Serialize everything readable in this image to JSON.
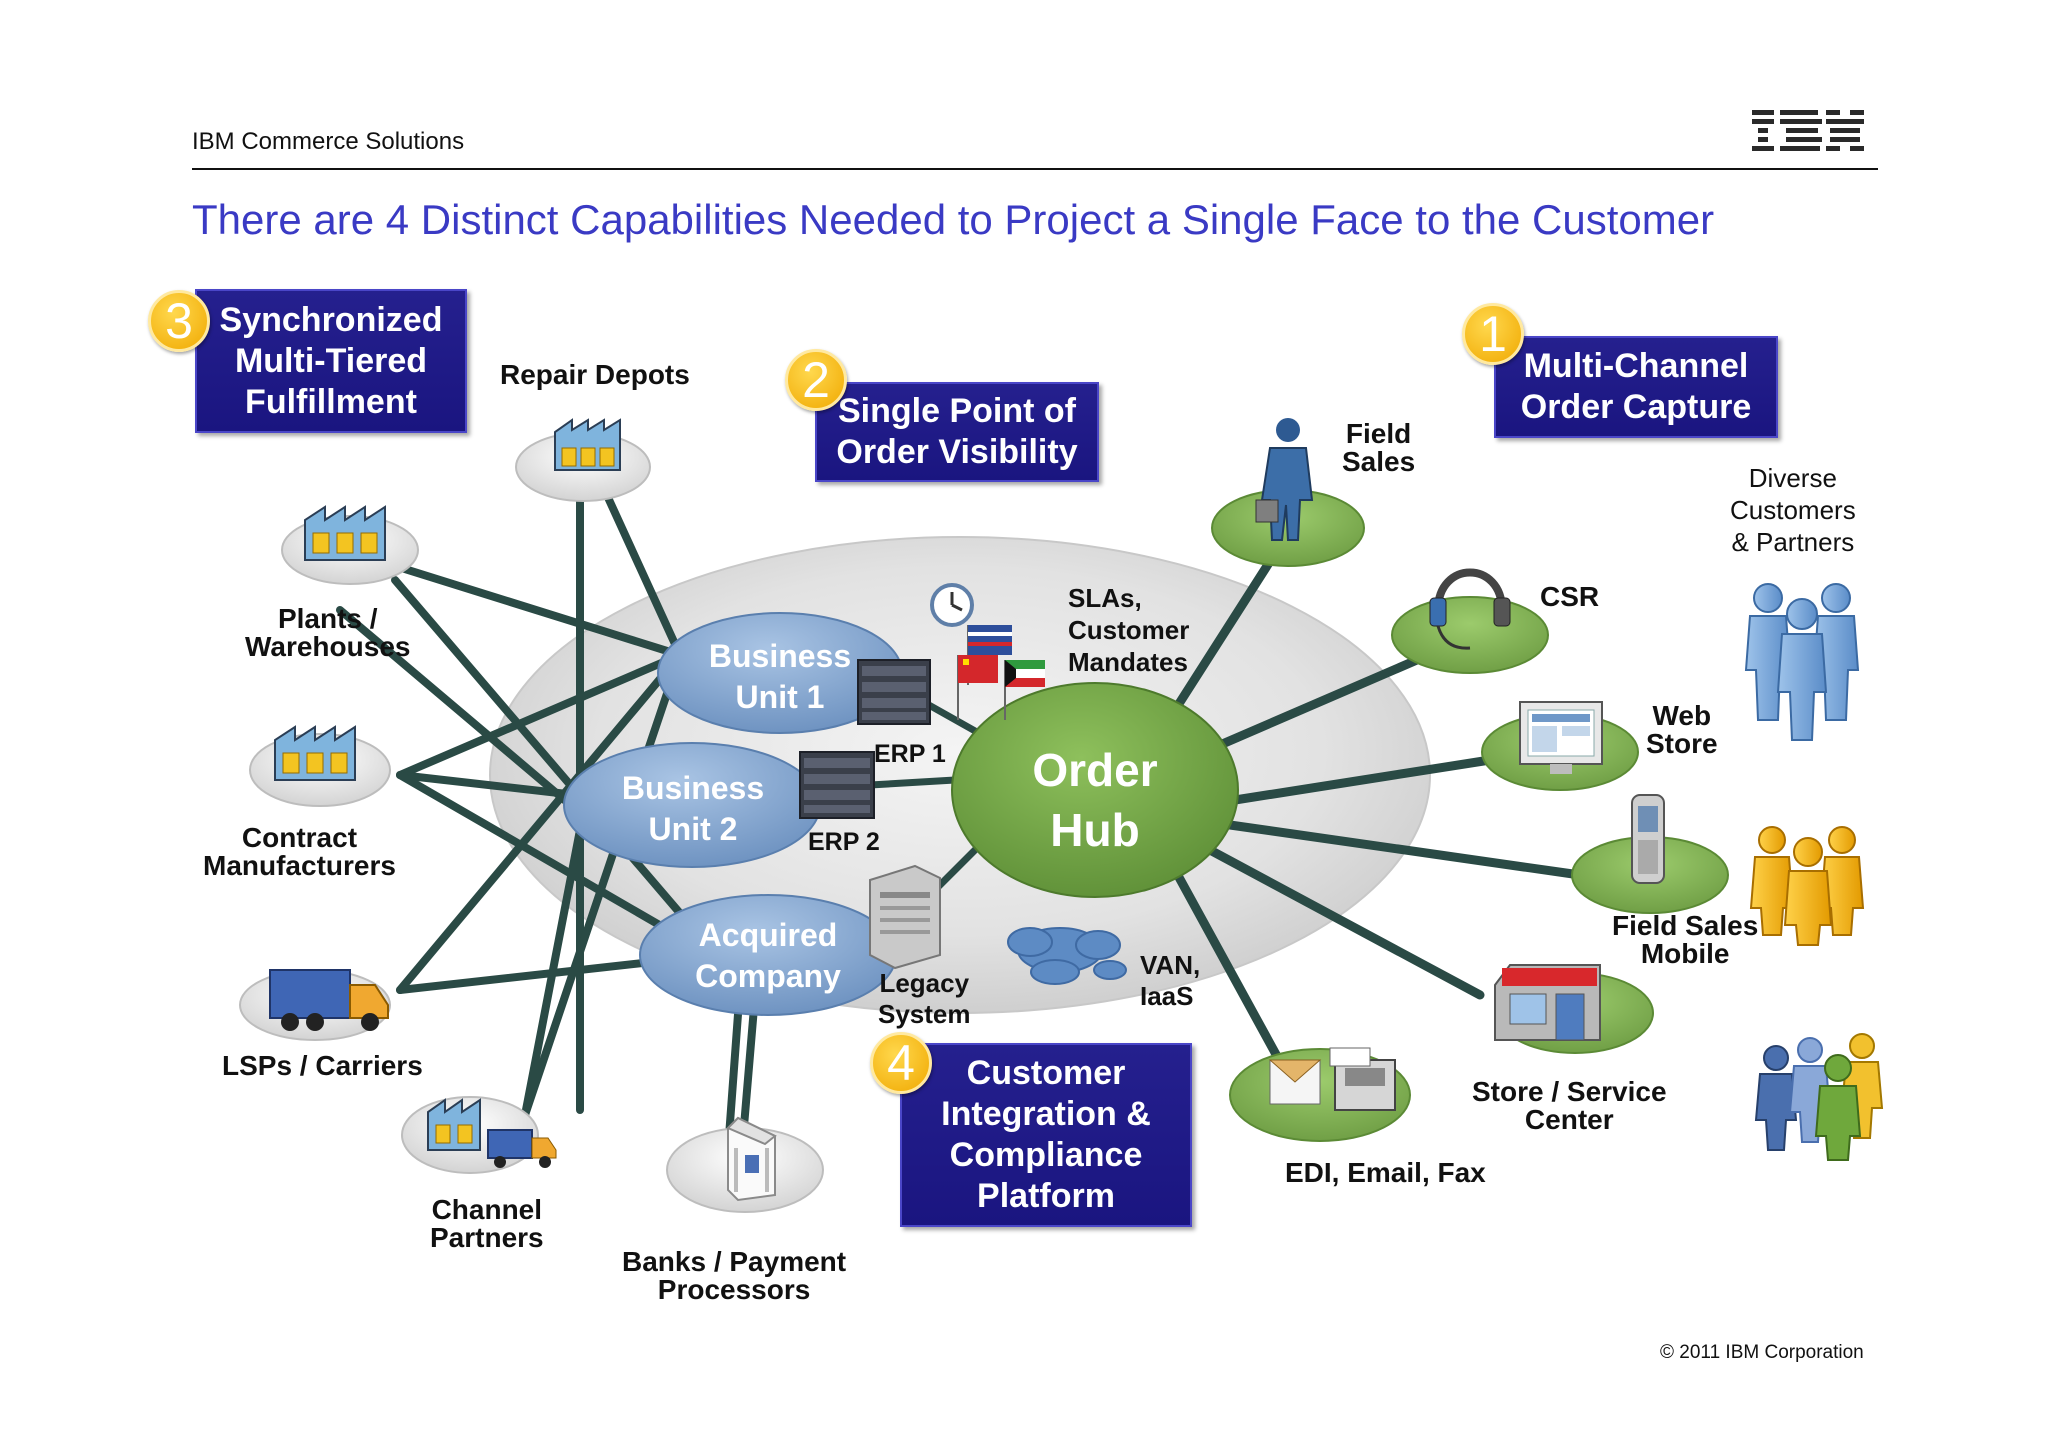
{
  "header": {
    "section": "IBM Commerce Solutions",
    "logo": "IBM",
    "title": "There are 4 Distinct Capabilities Needed to Project a Single Face to the Customer",
    "copyright": "© 2011 IBM Corporation"
  },
  "capabilities": [
    {
      "number": "1",
      "lines": [
        "Multi-Channel",
        "Order Capture"
      ]
    },
    {
      "number": "2",
      "lines": [
        "Single Point of",
        "Order Visibility"
      ]
    },
    {
      "number": "3",
      "lines": [
        "Synchronized",
        "Multi-Tiered",
        "Fulfillment"
      ]
    },
    {
      "number": "4",
      "lines": [
        "Customer",
        "Integration &",
        "Compliance",
        "Platform"
      ]
    }
  ],
  "hub": {
    "lines": [
      "Order",
      "Hub"
    ]
  },
  "internal": {
    "bu1": [
      "Business",
      "Unit 1"
    ],
    "bu2": [
      "Business",
      "Unit 2"
    ],
    "acq": [
      "Acquired",
      "Company"
    ],
    "erp1": "ERP 1",
    "erp2": "ERP 2",
    "legacy": [
      "Legacy",
      "System"
    ],
    "van": [
      "VAN,",
      "IaaS"
    ],
    "sla": [
      "SLAs,",
      "Customer",
      "Mandates"
    ]
  },
  "fulfillment": {
    "repair": "Repair Depots",
    "plants": [
      "Plants /",
      "Warehouses"
    ],
    "contract": [
      "Contract",
      "Manufacturers"
    ],
    "lsps": "LSPs / Carriers",
    "channel": [
      "Channel",
      "Partners"
    ],
    "banks": [
      "Banks / Payment",
      "Processors"
    ]
  },
  "channels": {
    "field_sales": [
      "Field",
      "Sales"
    ],
    "csr": "CSR",
    "web_store": [
      "Web",
      "Store"
    ],
    "mobile": [
      "Field Sales",
      "Mobile"
    ],
    "store": [
      "Store / Service",
      "Center"
    ],
    "edi": "EDI, Email, Fax"
  },
  "customers": [
    "Diverse",
    "Customers",
    "& Partners"
  ],
  "colors": {
    "title": "#3a3ac4",
    "box": "#1f1a8a",
    "badge": "#f5b800",
    "line": "#2a4a45",
    "hub": "#6ea043",
    "oval_blue": "#7ea2cc",
    "platform_green": "#7bab4f"
  }
}
